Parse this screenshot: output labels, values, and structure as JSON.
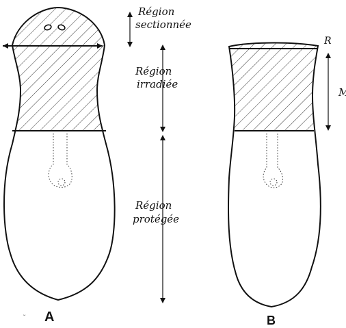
{
  "figure_a": {
    "caption": "A",
    "labels": {
      "sectioned_line1": "Région",
      "sectioned_line2": "sectionnée",
      "irradiated_line1": "Région",
      "irradiated_line2": "irradiée",
      "protected_line1": "Région",
      "protected_line2": "protégée"
    }
  },
  "figure_b": {
    "caption": "B",
    "labels": {
      "top_marker": "R",
      "side_marker": "M"
    }
  },
  "colors": {
    "ink": "#111111",
    "background": "#ffffff"
  }
}
